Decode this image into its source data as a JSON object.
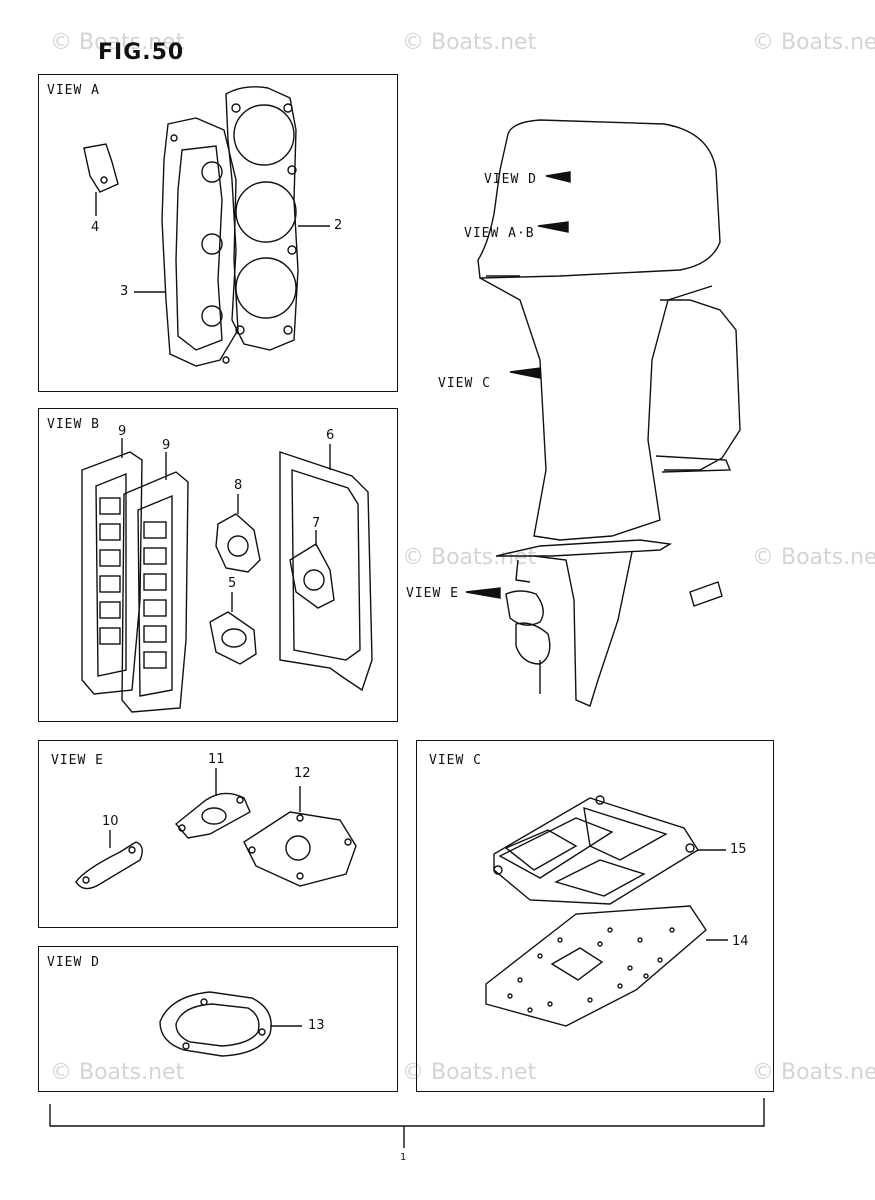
{
  "figure_title": "FIG.50",
  "watermark_text": "© Boats.net",
  "panels": {
    "view_a": {
      "label": "VIEW A",
      "parts": [
        "2",
        "3",
        "4"
      ]
    },
    "view_b": {
      "label": "VIEW B",
      "parts": [
        "9",
        "9",
        "8",
        "6",
        "7",
        "5"
      ]
    },
    "view_e": {
      "label": "VIEW E",
      "parts": [
        "10",
        "11",
        "12"
      ]
    },
    "view_d": {
      "label": "VIEW D",
      "parts": [
        "13"
      ]
    },
    "view_c": {
      "label": "VIEW C",
      "parts": [
        "15",
        "14"
      ]
    }
  },
  "motor_view_refs": {
    "view_d": "VIEW D",
    "view_ab": "VIEW A·B",
    "view_c": "VIEW C",
    "view_e": "VIEW E"
  },
  "footer_number": "1",
  "colors": {
    "line": "#111111",
    "watermark": "#d4d4d4",
    "background": "#ffffff"
  }
}
